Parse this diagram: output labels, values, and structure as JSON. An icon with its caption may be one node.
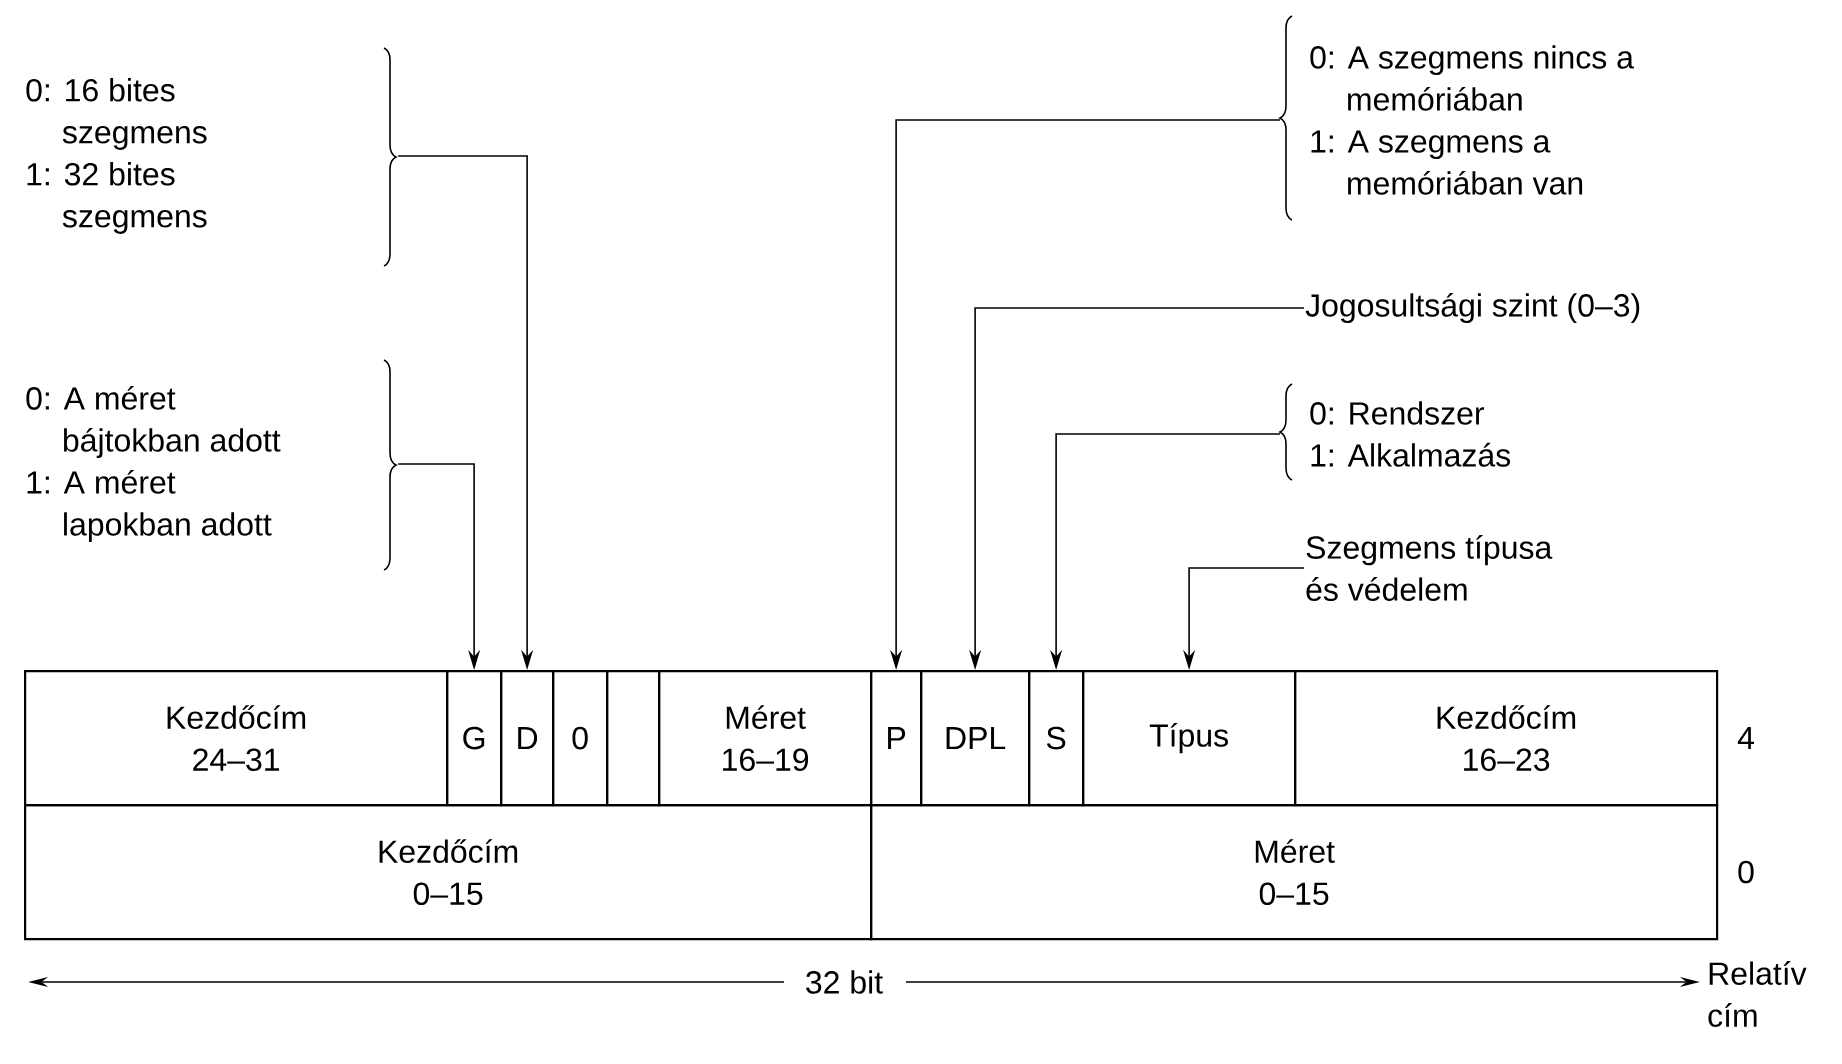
{
  "diagram": {
    "nodes": [
      {
        "text": [
          "0: 16 bites szegmens",
          "1: 32 bites szegmens"
        ]
      },
      {
        "text": [
          "0: A méret bájtokban adott",
          "1: A méret lapokban adott"
        ]
      },
      {
        "text": [
          "0: A szegmens nincs a memóriában",
          "1: A szegmens a memóriában van"
        ]
      },
      {
        "text": [
          "Jogosultsági szint (0–3)"
        ]
      },
      {
        "text": [
          "0: Rendszer",
          "1: Alkalmazás"
        ]
      },
      {
        "text": [
          "Szegmens típusa és védelem"
        ]
      },
      {
        "text": [
          "Kezdőcím 24–31"
        ]
      },
      {
        "text": [
          "G"
        ]
      },
      {
        "text": [
          "D"
        ]
      },
      {
        "text": [
          "0"
        ]
      },
      {
        "text": [],
        "shape": "box"
      },
      {
        "text": [
          "Méret 16–19"
        ]
      },
      {
        "text": [
          "P"
        ]
      },
      {
        "text": [
          "DPL"
        ]
      },
      {
        "text": [
          "S"
        ]
      },
      {
        "text": [
          "Típus"
        ]
      },
      {
        "text": [
          "Kezdőcím 16–23"
        ]
      },
      {
        "text": [
          "Kezdőcím 0–15"
        ]
      },
      {
        "text": [
          "Méret 0–15"
        ]
      }
    ],
    "edges": [
      {
        "from": 0,
        "to": 8,
        "arrow": "to"
      },
      {
        "from": 1,
        "to": 7,
        "arrow": "to"
      },
      {
        "from": 2,
        "to": 12,
        "arrow": "to"
      },
      {
        "from": 3,
        "to": 13,
        "arrow": "to"
      },
      {
        "from": 4,
        "to": 14,
        "arrow": "to"
      },
      {
        "from": 5,
        "to": 15,
        "arrow": "to"
      }
    ],
    "labels": [
      "4",
      "0",
      "32 bit",
      "Relatív cím"
    ]
  }
}
